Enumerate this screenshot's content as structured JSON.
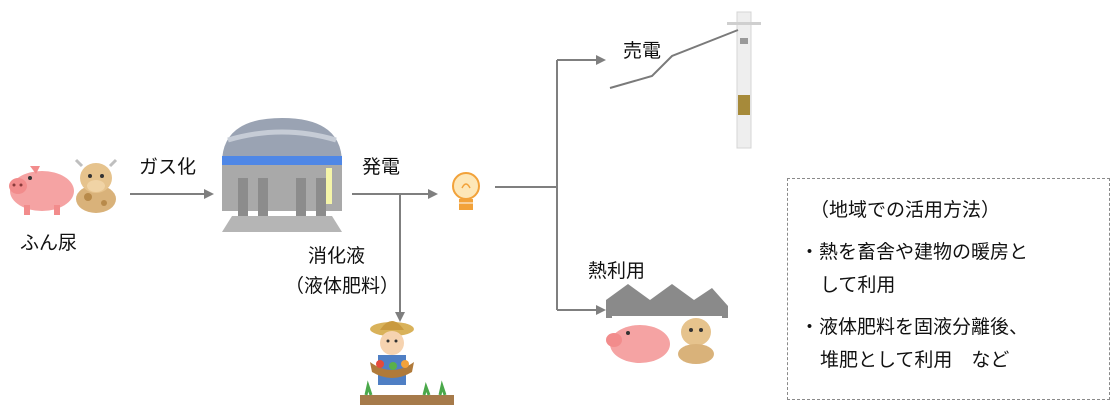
{
  "labels": {
    "manure": "ふん尿",
    "gasification": "ガス化",
    "generation": "発電",
    "digestate_line1": "消化液",
    "digestate_line2": "（液体肥料）",
    "sell_power": "売電",
    "heat_use": "熱利用"
  },
  "note": {
    "title": "（地域での活用方法）",
    "item1_line1": "・熱を畜舎や建物の暖房と",
    "item1_line2": "して利用",
    "item2_line1": "・液体肥料を固液分離後、",
    "item2_line2": "堆肥として利用　など"
  },
  "icons": {
    "pig": "pig-icon",
    "cow": "cow-icon",
    "digester": "biogas-digester-icon",
    "bulb": "light-bulb-icon",
    "power_pole": "utility-pole-icon",
    "barn": "barn-icon",
    "farmer": "farmer-icon"
  },
  "colors": {
    "arrow": "#7f7f7f",
    "pig": "#f5a3a3",
    "cow": "#d9b27a",
    "digester_dome": "#9aa3b3",
    "digester_band": "#4f87e6",
    "bulb": "#f2a23a",
    "barn_roof": "#8a8a8a"
  }
}
